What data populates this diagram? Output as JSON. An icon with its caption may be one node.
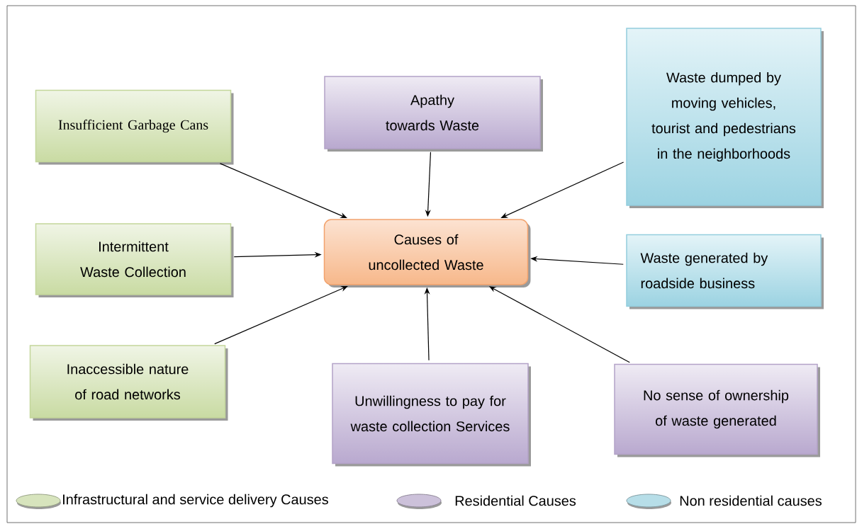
{
  "diagram": {
    "nodes": [
      {
        "text": [
          "Insufficient Garbage Cans"
        ]
      },
      {
        "text": [
          "Apathy towards Waste"
        ]
      },
      {
        "text": [
          "Waste dumped by moving vehicles, tourist and pedestrians in the neighborhoods"
        ]
      },
      {
        "text": [
          "Intermittent Waste Collection"
        ]
      },
      {
        "text": [
          "Causes of uncollected Waste"
        ]
      },
      {
        "text": [
          "Waste generated by roadside business"
        ]
      },
      {
        "text": [
          "Inaccessible nature of road networks"
        ]
      },
      {
        "text": [
          "Unwillingness to pay for waste collection Services"
        ]
      },
      {
        "text": [
          "No sense of ownership of waste generated"
        ]
      }
    ],
    "edges": [
      {
        "from": 0,
        "to": 4,
        "arrow": "to"
      },
      {
        "from": 1,
        "to": 4,
        "arrow": "to"
      },
      {
        "from": 2,
        "to": 4,
        "arrow": "to"
      },
      {
        "from": 3,
        "to": 4,
        "arrow": "to"
      },
      {
        "from": 5,
        "to": 4,
        "arrow": "to"
      },
      {
        "from": 6,
        "to": 4,
        "arrow": "to"
      },
      {
        "from": 7,
        "to": 4,
        "arrow": "to"
      },
      {
        "from": 8,
        "to": 4,
        "arrow": "to"
      }
    ],
    "legend": [
      {
        "text": "Infrastructural and service delivery Causes",
        "color": "#d7e4bd"
      },
      {
        "text": "Residential Causes",
        "color": "#ccc1da"
      },
      {
        "text": "Non residential causes",
        "color": "#b7dee8"
      }
    ]
  }
}
